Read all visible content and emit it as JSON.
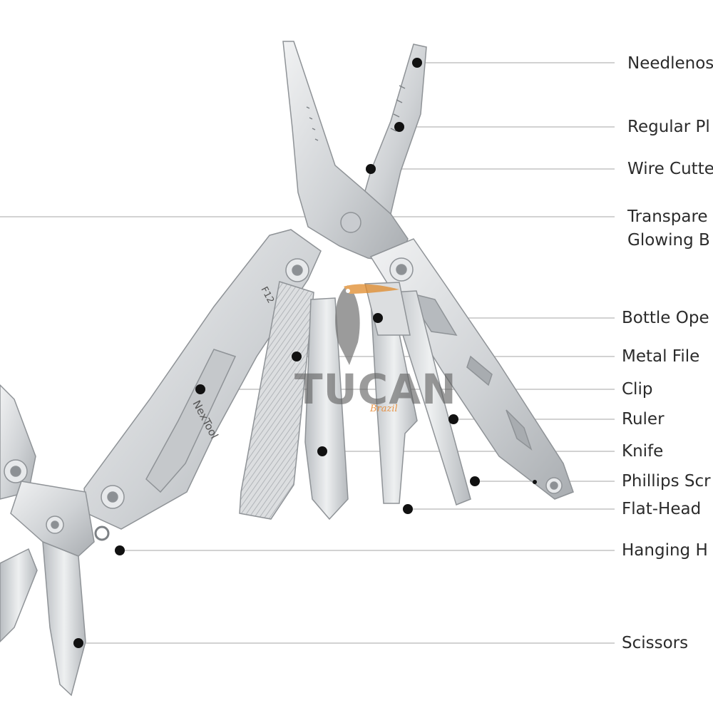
{
  "labels": [
    "Needlenose P",
    "Regular Pl",
    "Wire Cutte",
    "Transpare",
    "Glowing B",
    "Bottle Ope",
    "Metal File",
    "Clip",
    "Ruler",
    "Knife",
    "Phillips Scr",
    "Flat-Head",
    "Hanging H",
    "Scissors"
  ],
  "tool_engravings": {
    "model": "F12",
    "brand": "NexTool"
  },
  "watermark": {
    "word": "TUCAN",
    "sub": "Brazil"
  },
  "colors": {
    "steel": "#d3d5d7",
    "steel_dark": "#9fa3a7",
    "leader": "#b8b8b8",
    "dot": "#111111",
    "text": "#2b2b2b"
  }
}
